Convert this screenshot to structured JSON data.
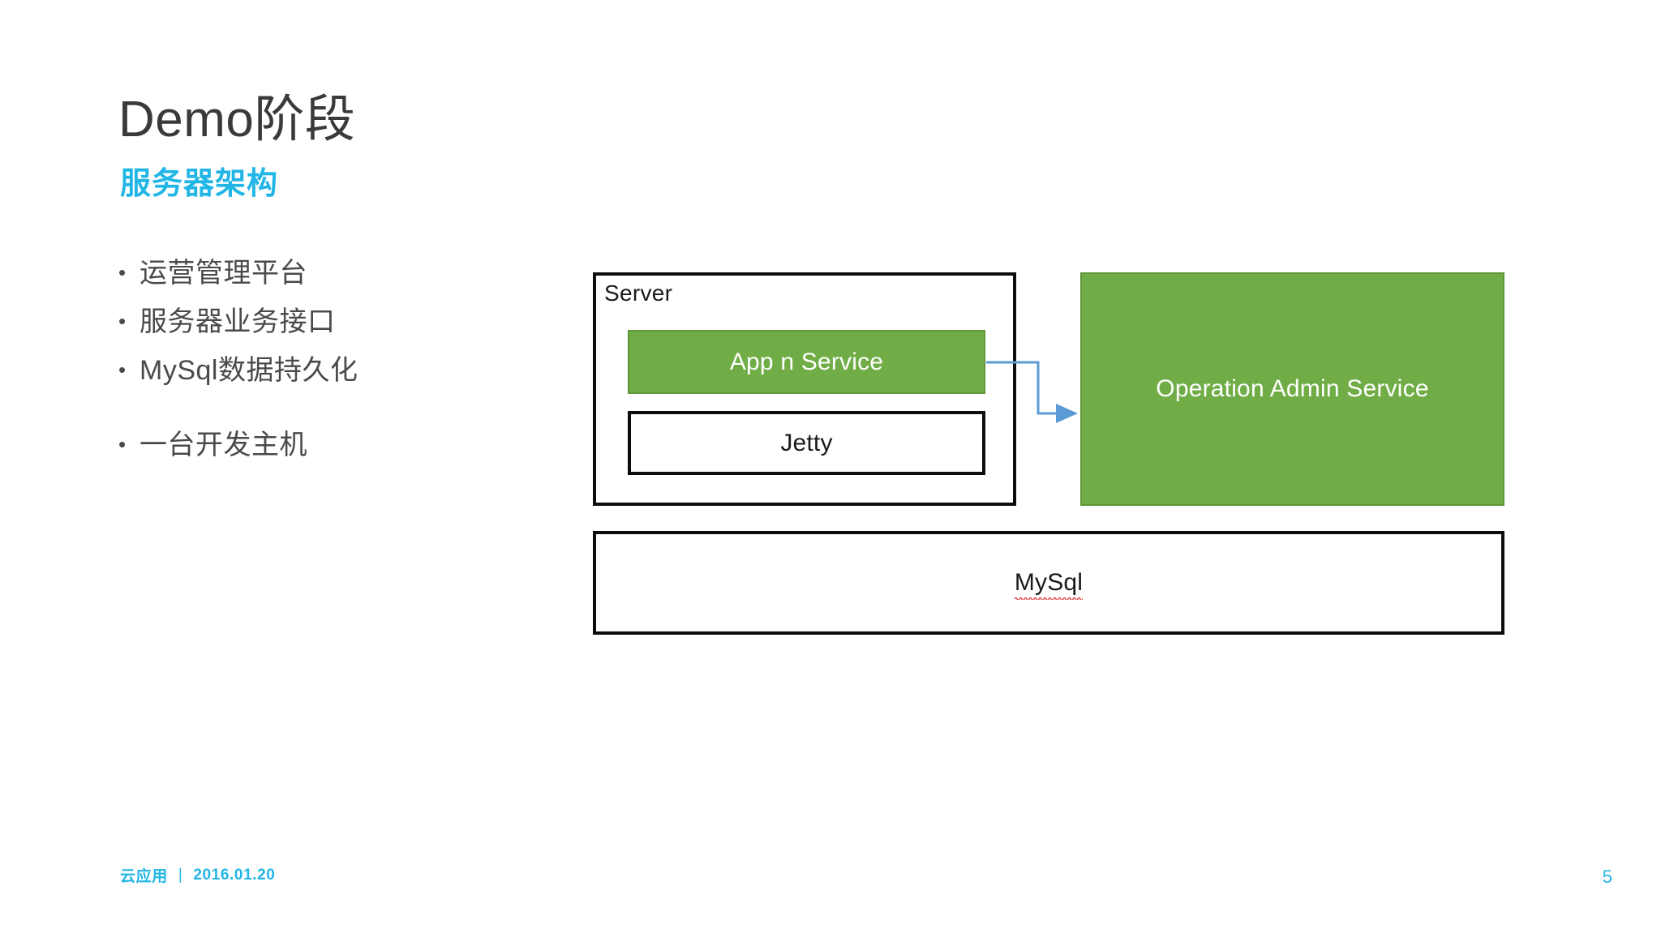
{
  "slide": {
    "title": "Demo阶段",
    "subtitle": "服务器架构",
    "accent_color": "#22b6e6",
    "text_color": "#4a4a4a",
    "background_color": "#ffffff",
    "page_number": "5"
  },
  "bullets": [
    {
      "text": "运营管理平台"
    },
    {
      "text": "服务器业务接口"
    },
    {
      "text": "MySql数据持久化"
    },
    {
      "text": "一台开发主机"
    }
  ],
  "diagram": {
    "server_container_label": "Server",
    "app_service_label": "App n Service",
    "jetty_label": "Jetty",
    "operation_admin_label": "Operation Admin Service",
    "mysql_label": "MySql",
    "green_fill": "#70ad47",
    "connector_color": "#5b9bd5",
    "box_border_color": "#0d0d0d",
    "spellcheck_underline_color": "#e0484c"
  },
  "footer": {
    "org": "云应用",
    "divider": "|",
    "date": "2016.01.20"
  }
}
